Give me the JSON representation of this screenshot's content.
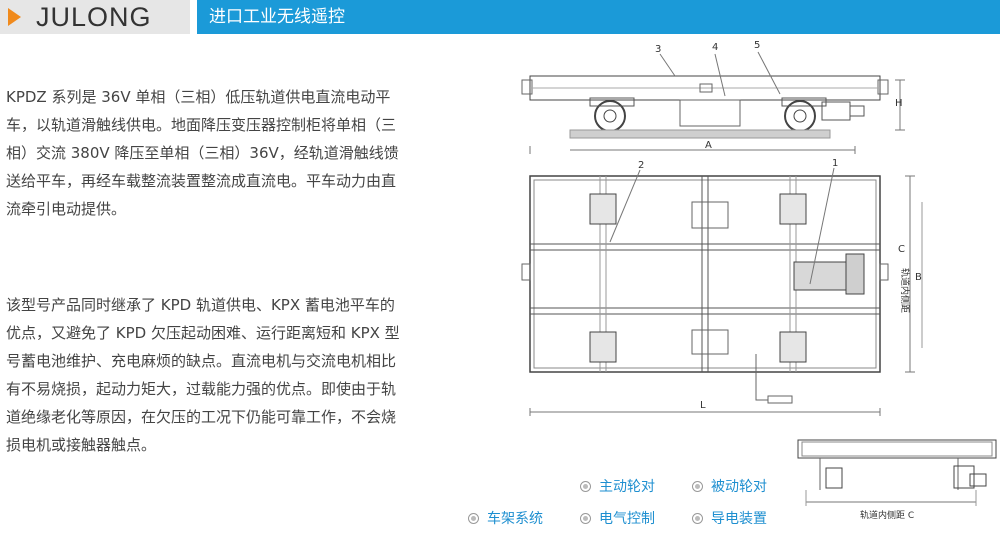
{
  "header": {
    "brand": "JULONG",
    "title": "进口工业无线遥控"
  },
  "content": {
    "paragraph1": "KPDZ 系列是 36V 单相（三相）低压轨道供电直流电动平车，以轨道滑触线供电。地面降压变压器控制柜将单相（三相）交流 380V 降压至单相（三相）36V，经轨道滑触线馈送给平车，再经车载整流装置整流成直流电。平车动力由直流牵引电动提供。",
    "paragraph2": "该型号产品同时继承了 KPD 轨道供电、KPX 蓄电池平车的优点，又避免了 KPD 欠压起动困难、运行距离短和 KPX 型号蓄电池维护、充电麻烦的缺点。直流电机与交流电机相比有不易烧损，起动力矩大，过载能力强的优点。即使由于轨道绝缘老化等原因，在欠压的工况下仍能可靠工作，不会烧损电机或接触器触点。"
  },
  "drawing": {
    "callouts": [
      "1",
      "2",
      "3",
      "4",
      "5"
    ],
    "dims": {
      "a": "A",
      "h": "H",
      "b": "B",
      "l": "L",
      "c": "C"
    },
    "gauge_label": "轨道内侧距",
    "gauge_label_c": "轨道内侧距 C"
  },
  "links": [
    {
      "label": "主动轮对"
    },
    {
      "label": "被动轮对"
    },
    {
      "label": "车架系统"
    },
    {
      "label": "电气控制"
    },
    {
      "label": "导电装置"
    }
  ]
}
